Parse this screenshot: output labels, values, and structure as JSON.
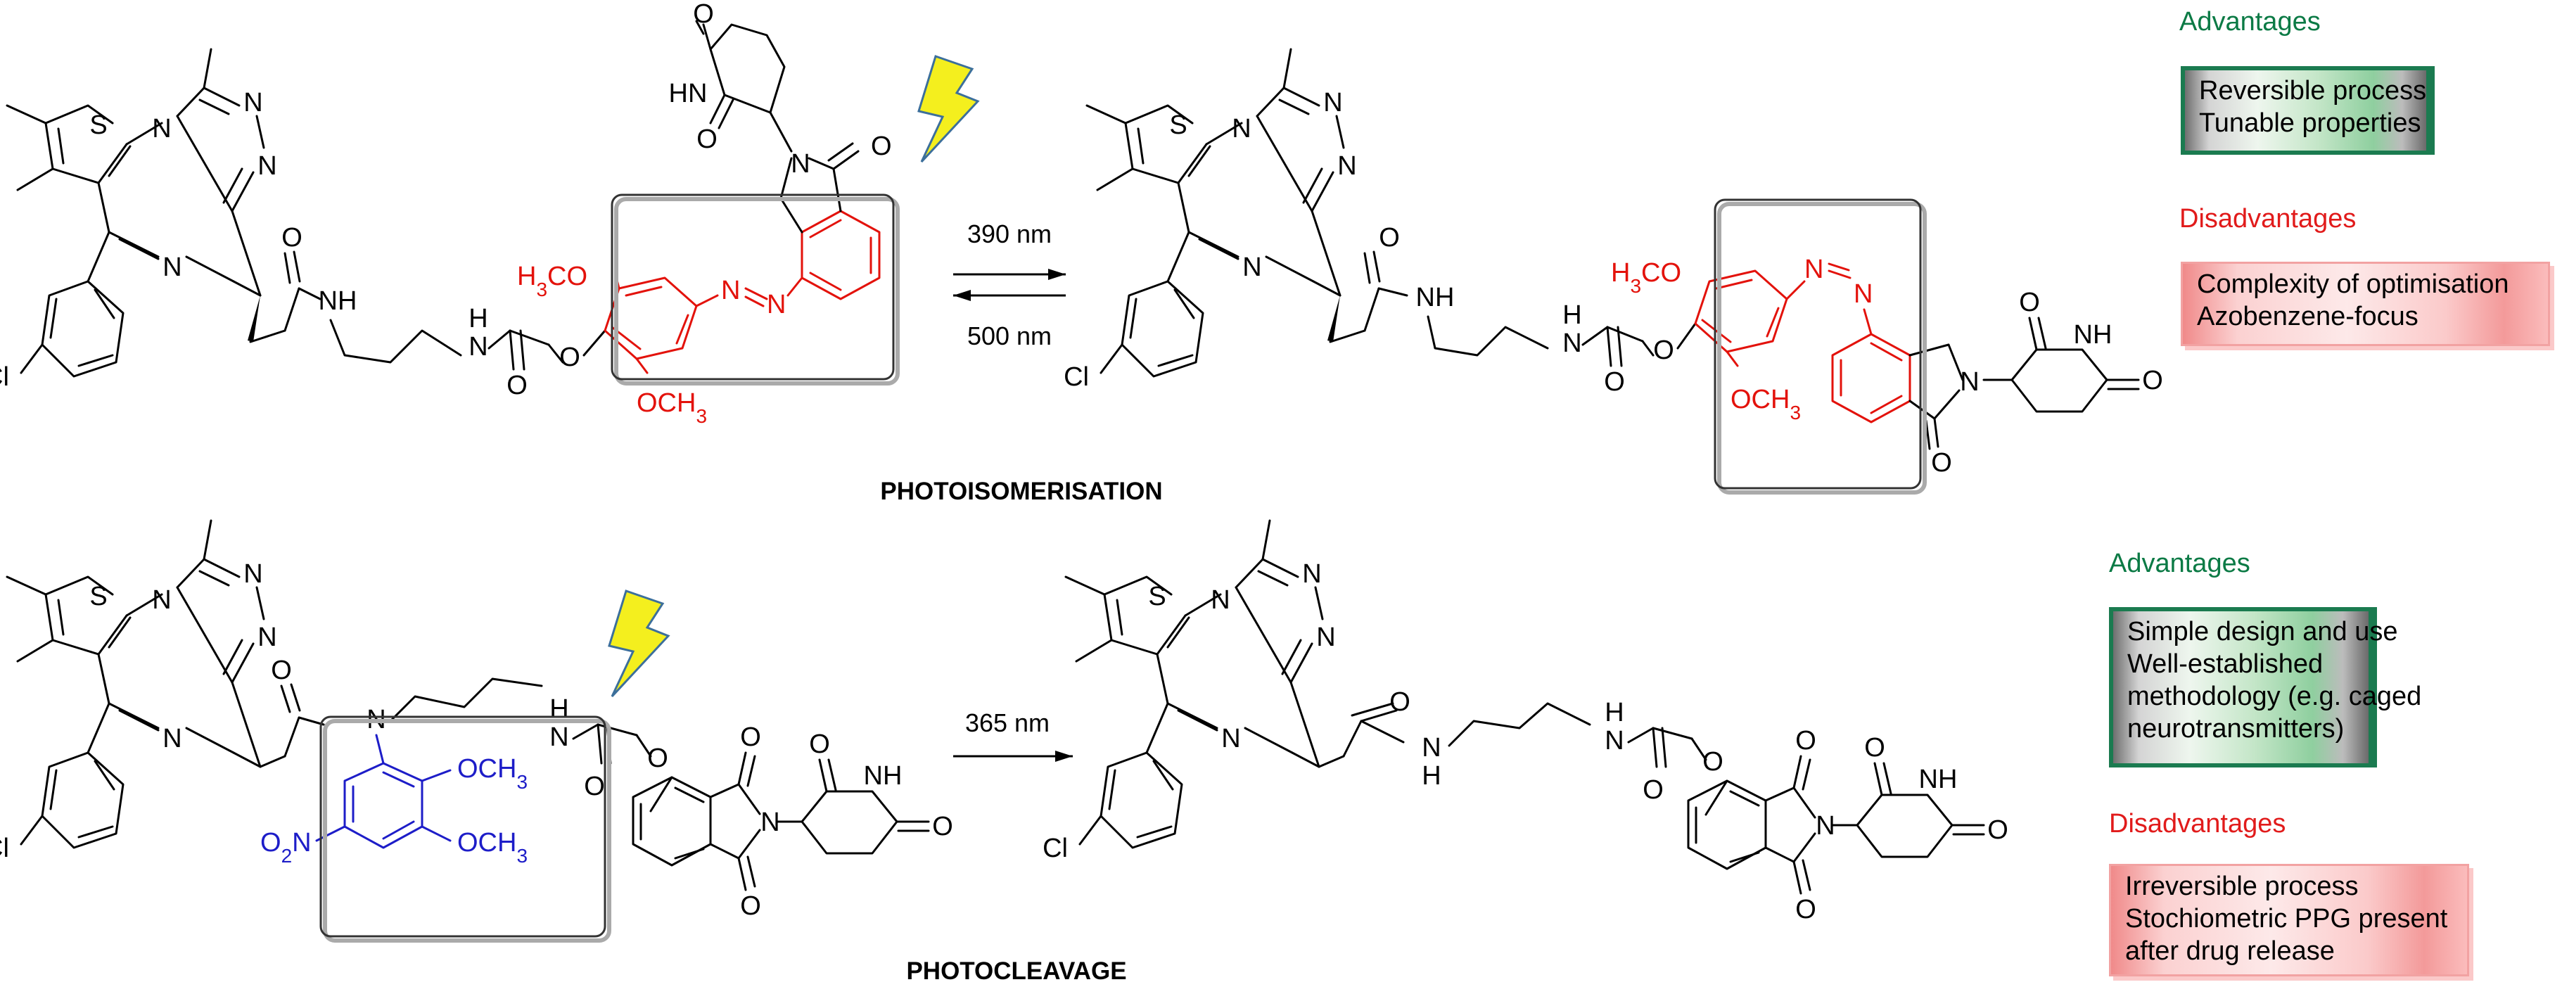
{
  "colors": {
    "advantage_green": "#0b7a45",
    "disadvantage_red": "#e11b1b",
    "photoswitch_red": "#e3120b",
    "cage_blue": "#1d1dc8"
  },
  "icons": [
    "lightning-bolt-icon",
    "lightning-bolt-icon"
  ],
  "photoisomerisation": {
    "title": "PHOTOISOMERISATION",
    "forward_label": "390 nm",
    "reverse_label": "500 nm",
    "advantages_title": "Advantages",
    "advantages": [
      "Reversible process",
      "Tunable properties"
    ],
    "disadvantages_title": "Disadvantages",
    "disadvantages": [
      "Complexity of optimisation",
      "Azobenzene-focus"
    ]
  },
  "photocleavage": {
    "title": "PHOTOCLEAVAGE",
    "arrow_label": "365 nm",
    "advantages_title": "Advantages",
    "advantages": [
      "Simple design and use",
      "Well-established",
      "methodology (e.g. caged",
      "neurotransmitters)"
    ],
    "disadvantages_title": "Disadvantages",
    "disadvantages": [
      "Irreversible process",
      "Stochiometric PPG present",
      "after drug release"
    ]
  },
  "atom_labels": {
    "S": "S",
    "N": "N",
    "Cl": "Cl",
    "O": "O",
    "NH": "NH",
    "HN": "HN",
    "H": "H",
    "H3CO": "H3CO",
    "OCH3": "OCH3",
    "O2N": "O2N"
  }
}
